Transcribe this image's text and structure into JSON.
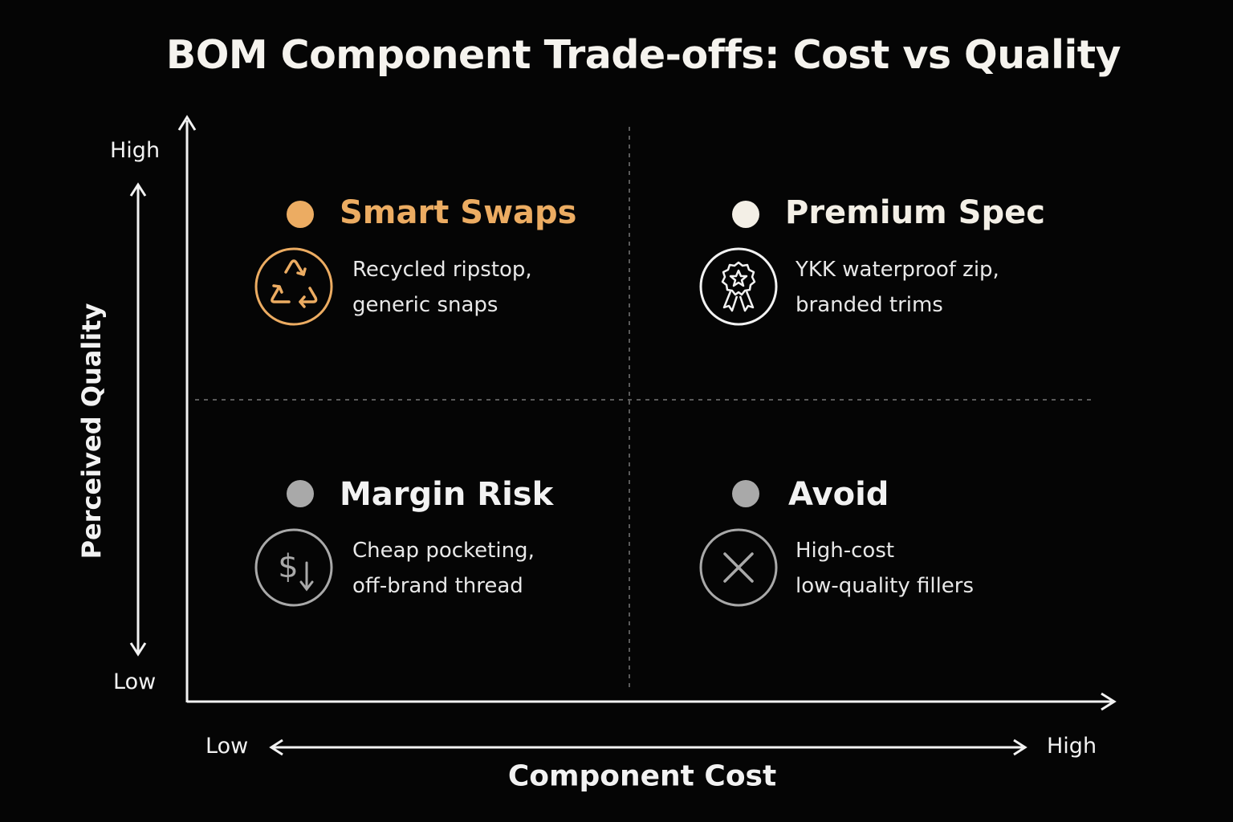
{
  "title": "BOM Component Trade-offs: Cost vs Quality",
  "y_axis": {
    "label": "Perceived Quality",
    "high": "High",
    "low": "Low"
  },
  "x_axis": {
    "label": "Component Cost",
    "low": "Low",
    "high": "High"
  },
  "quadrants": [
    {
      "title": "Smart Swaps",
      "line1": "Recycled ripstop,",
      "line2": "generic snaps",
      "icon": "recycle-icon",
      "color": "#ecac62"
    },
    {
      "title": "Premium Spec",
      "line1": "YKK waterproof zip,",
      "line2": "branded trims",
      "icon": "award-ribbon-icon",
      "color": "#f3efe6"
    },
    {
      "title": "Margin Risk",
      "line1": "Cheap pocketing,",
      "line2": "off-brand thread",
      "icon": "dollar-down-icon",
      "color": "#a9a9a9"
    },
    {
      "title": "Avoid",
      "line1": "High-cost",
      "line2": "low-quality fillers",
      "icon": "close-icon",
      "color": "#a9a9a9"
    }
  ]
}
